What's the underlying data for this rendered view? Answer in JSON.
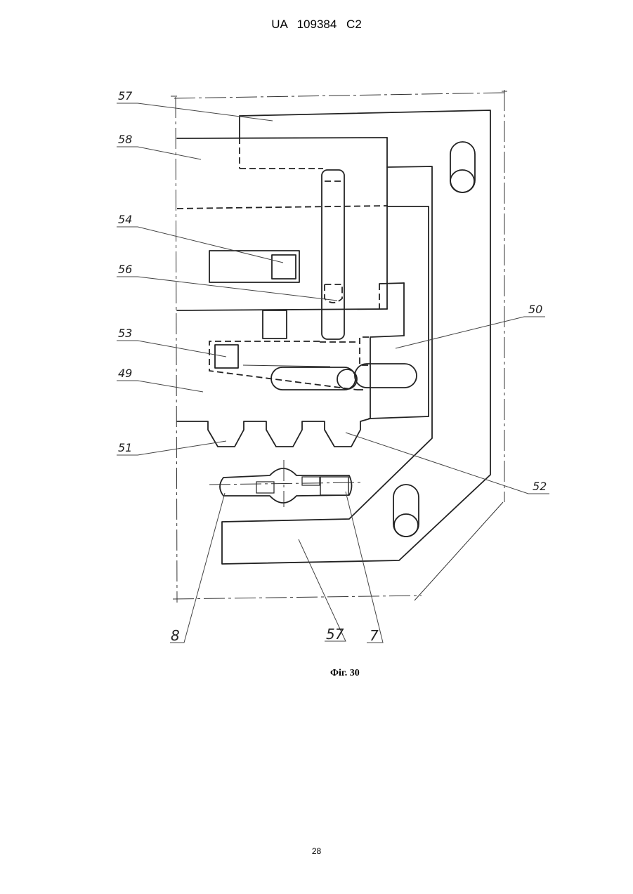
{
  "header": {
    "document_id": "UA   109384   C2"
  },
  "figure": {
    "caption": "Фіг. 30",
    "labels": {
      "l57_top": "57",
      "l58": "58",
      "l54": "54",
      "l56": "56",
      "l53": "53",
      "l49": "49",
      "l51": "51",
      "l50": "50",
      "l52": "52",
      "l8": "8",
      "l57_bottom": "57",
      "l7": "7"
    }
  },
  "footer": {
    "page_number": "28"
  }
}
